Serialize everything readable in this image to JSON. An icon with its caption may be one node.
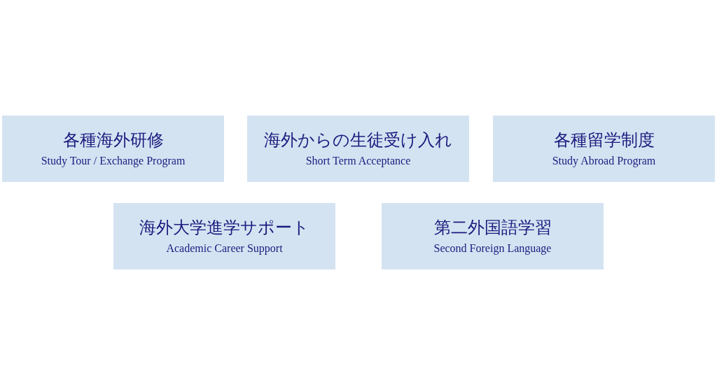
{
  "diagram": {
    "nodes": [
      {
        "text": [
          "各種海外研修",
          "Study Tour / Exchange Program"
        ]
      },
      {
        "text": [
          "海外からの生徒受け入れ",
          "Short Term Acceptance"
        ]
      },
      {
        "text": [
          "各種留学制度",
          "Study Abroad Program"
        ]
      },
      {
        "text": [
          "海外大学進学サポート",
          "Academic Career Support"
        ]
      },
      {
        "text": [
          "第二外国語学習",
          "Second Foreign Language"
        ]
      }
    ]
  }
}
